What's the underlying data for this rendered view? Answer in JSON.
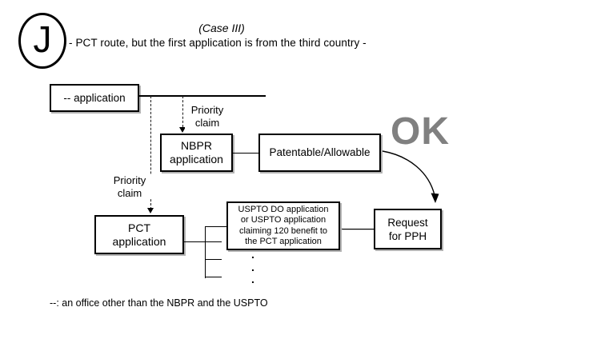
{
  "colors": {
    "ok_text": "#808080",
    "line": "#000000",
    "box_shadow": "#b3b3b3"
  },
  "header": {
    "badge": "J",
    "case_label": "(Case III)",
    "subtitle": "- PCT route, but the first application is from the third country -"
  },
  "nodes": {
    "application": "-- application",
    "nbpr": "NBPR\napplication",
    "patentable": "Patentable/Allowable",
    "pct": "PCT\napplication",
    "uspto": "USPTO DO application\nor USPTO application\nclaiming 120 benefit to\nthe PCT application",
    "request": "Request\nfor PPH"
  },
  "labels": {
    "priority_claim_1": "Priority\nclaim",
    "priority_claim_2": "Priority\nclaim",
    "ok": "OK",
    "ellipsis": ".\n.\n.",
    "footnote": "--: an office other than the NBPR and the USPTO"
  }
}
